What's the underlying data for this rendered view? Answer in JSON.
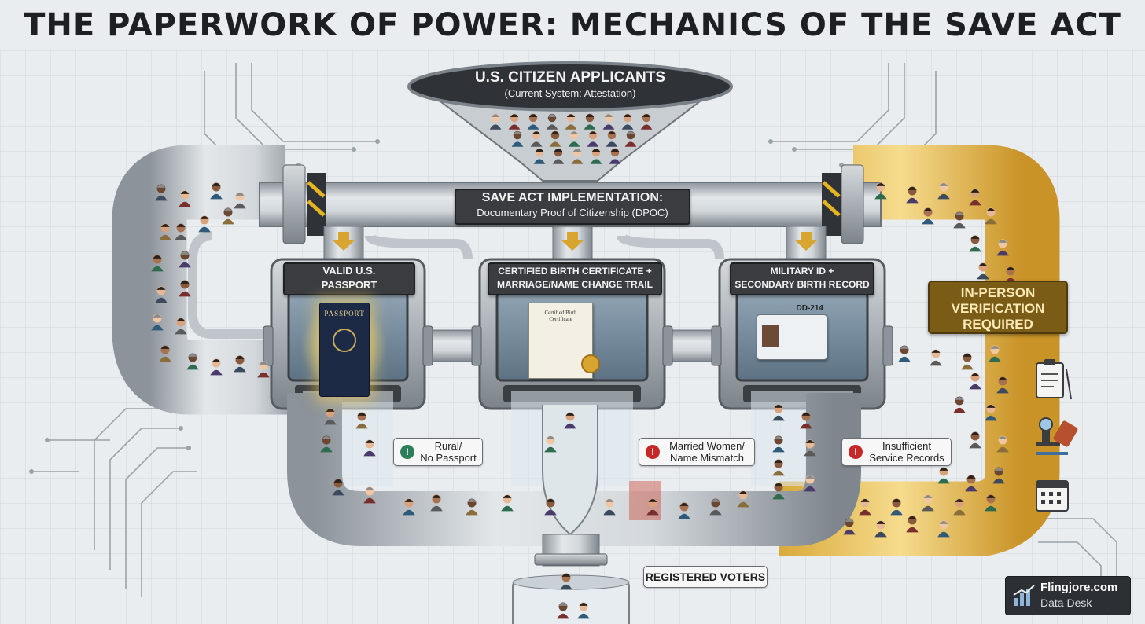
{
  "title": "THE PAPERWORK OF POWER: MECHANICS OF THE SAVE ACT",
  "funnel": {
    "line1": "U.S. CITIZEN APPLICANTS",
    "line2": "(Current System: Attestation)"
  },
  "pipe_header": {
    "line1": "SAVE ACT IMPLEMENTATION:",
    "line2": "Documentary Proof of Citizenship (DPOC)"
  },
  "stations": [
    {
      "line1": "VALID U.S.",
      "line2": "PASSPORT",
      "doc_text": "PASSPORT"
    },
    {
      "line1": "CERTIFIED BIRTH CERTIFICATE +",
      "line2": "MARRIAGE/NAME CHANGE TRAIL",
      "doc_text": "Certified Birth Certificate"
    },
    {
      "line1": "MILITARY ID +",
      "line2": "SECONDARY BIRTH RECORD",
      "doc_text": "DD-214"
    }
  ],
  "callouts": [
    {
      "line1": "Rural/",
      "line2": "No Passport",
      "color": "#2e7d5b"
    },
    {
      "line1": "Married Women/",
      "line2": "Name Mismatch",
      "color": "#c62828"
    },
    {
      "line1": "Insufficient",
      "line2": "Service Records",
      "color": "#c62828"
    }
  ],
  "verification": {
    "line1": "IN-PERSON",
    "line2": "VERIFICATION",
    "line3": "REQUIRED"
  },
  "output": {
    "label": "REGISTERED VOTERS"
  },
  "brand": {
    "name": "Flingjore.com",
    "sub": "Data Desk"
  },
  "icons": [
    "clipboard-icon",
    "stamp-icon",
    "calendar-icon",
    "chart-icon"
  ],
  "colors": {
    "pipe": "#b6bcc2",
    "gold": "#e2b64a",
    "dark_label": "#3a3c40",
    "glow": "#ffd34d"
  }
}
